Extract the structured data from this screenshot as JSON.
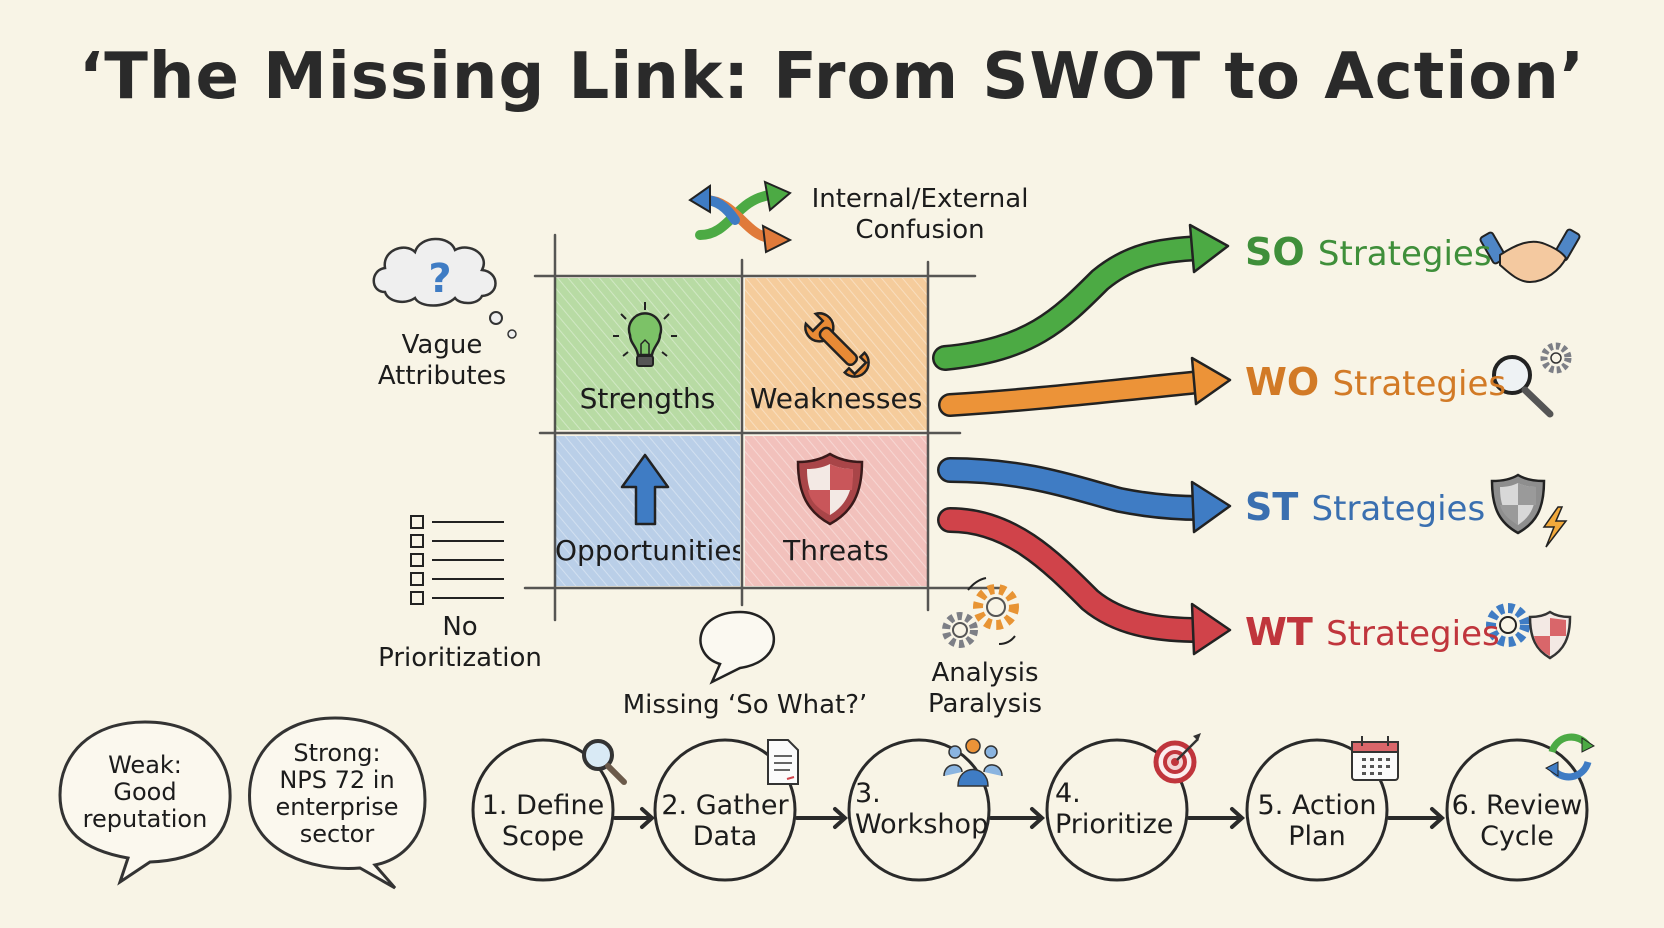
{
  "title": "‘The Missing Link: From SWOT to Action’",
  "swot_grid": {
    "quadrants": [
      {
        "key": "strengths",
        "label": "Strengths",
        "icon": "lightbulb-icon",
        "color": "#6ab04c"
      },
      {
        "key": "weaknesses",
        "label": "Weaknesses",
        "icon": "wrench-icon",
        "color": "#e8913a"
      },
      {
        "key": "opportunities",
        "label": "Opportunities",
        "icon": "up-arrow-icon",
        "color": "#4f86c6"
      },
      {
        "key": "threats",
        "label": "Threats",
        "icon": "shield-icon",
        "color": "#d9666a"
      }
    ]
  },
  "pitfalls": {
    "vague": {
      "line1": "Vague",
      "line2": "Attributes",
      "icon": "thought-cloud-question-icon"
    },
    "confusion": {
      "line1": "Internal/External",
      "line2": "Confusion",
      "icon": "crossing-arrows-icon"
    },
    "prioritization": {
      "line1": "No",
      "line2": "Prioritization",
      "icon": "checklist-icon"
    },
    "so_what": {
      "label": "Missing ‘So What?’",
      "icon": "empty-speech-bubble-icon"
    },
    "paralysis": {
      "line1": "Analysis",
      "line2": "Paralysis",
      "icon": "gears-icon"
    }
  },
  "strategies": [
    {
      "code": "SO",
      "label": "Strategies",
      "color": "#3f8f3a",
      "arrow_color": "#4caa44",
      "icon": "handshake-icon"
    },
    {
      "code": "WO",
      "label": "Strategies",
      "color": "#d27a26",
      "arrow_color": "#ec9338",
      "icon": "magnifier-gear-icon"
    },
    {
      "code": "ST",
      "label": "Strategies",
      "color": "#3a6fb0",
      "arrow_color": "#3f7cc4",
      "icon": "shield-lightning-icon"
    },
    {
      "code": "WT",
      "label": "Strategies",
      "color": "#c0353c",
      "arrow_color": "#d0434a",
      "icon": "gear-shield-icon"
    }
  ],
  "examples": {
    "weak": {
      "line1": "Weak:",
      "line2": "Good",
      "line3": "reputation"
    },
    "strong": {
      "line1": "Strong:",
      "line2": "NPS 72 in",
      "line3": "enterprise",
      "line4": "sector"
    }
  },
  "process_steps": [
    {
      "line1": "1. Define",
      "line2": "Scope",
      "icon": "magnifier-icon"
    },
    {
      "line1": "2. Gather",
      "line2": "Data",
      "icon": "document-icon"
    },
    {
      "line1": "3.",
      "line2": "Workshop",
      "icon": "team-icon"
    },
    {
      "line1": "4.",
      "line2": "Prioritize",
      "icon": "target-icon"
    },
    {
      "line1": "5. Action",
      "line2": "Plan",
      "icon": "calendar-icon"
    },
    {
      "line1": "6. Review",
      "line2": "Cycle",
      "icon": "cycle-arrows-icon"
    }
  ],
  "colors": {
    "background": "#f8f4e6",
    "ink": "#1c1c1c"
  }
}
